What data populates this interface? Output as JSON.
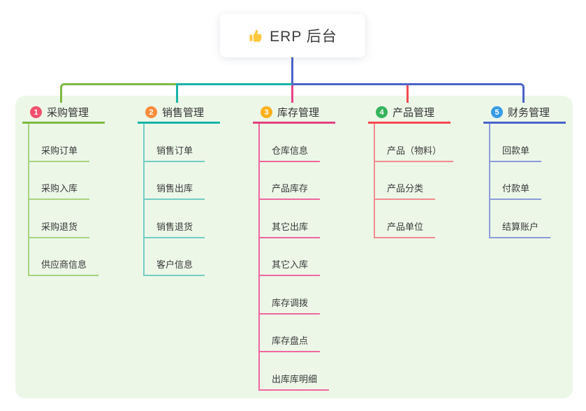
{
  "root": {
    "title": "ERP 后台",
    "icon": "thumbs-up-icon"
  },
  "colors": {
    "page_bg": "#FFFFFF",
    "canvas_bg": "#ECF7E8",
    "trunk_line": "#4C63C8",
    "segment_left": "#7DBA41",
    "segment_middle": "#17B3A6",
    "segment_right": "#4C63C8",
    "drop_inventory": "#E8428C",
    "drop_product": "#F3494F",
    "title_text": "#3C3C3C",
    "node_text": "#333333",
    "thumb_icon": "#FFC83D"
  },
  "branches": [
    {
      "number": "1",
      "label": "采购管理",
      "badge_color": "#F2516D",
      "line_color": "#7DBA41",
      "child_line_color": "#A8D47E",
      "children": [
        "采购订单",
        "采购入库",
        "采购退货",
        "供应商信息"
      ]
    },
    {
      "number": "2",
      "label": "销售管理",
      "badge_color": "#FB8C3C",
      "line_color": "#17B3A6",
      "child_line_color": "#73CDC3",
      "children": [
        "销售订单",
        "销售出库",
        "销售退货",
        "客户信息"
      ]
    },
    {
      "number": "3",
      "label": "库存管理",
      "badge_color": "#FBB11E",
      "line_color": "#E2427F",
      "child_line_color": "#F0679F",
      "children": [
        "仓库信息",
        "产品库存",
        "其它出库",
        "其它入库",
        "库存调拨",
        "库存盘点",
        "出库库明细"
      ]
    },
    {
      "number": "4",
      "label": "产品管理",
      "badge_color": "#35B55B",
      "line_color": "#F3494F",
      "child_line_color": "#F28B8E",
      "children": [
        "产品（物料）",
        "产品分类",
        "产品单位"
      ]
    },
    {
      "number": "5",
      "label": "财务管理",
      "badge_color": "#379BE5",
      "line_color": "#4765C9",
      "child_line_color": "#8B9BD9",
      "children": [
        "回款单",
        "付款单",
        "结算账户"
      ]
    }
  ]
}
